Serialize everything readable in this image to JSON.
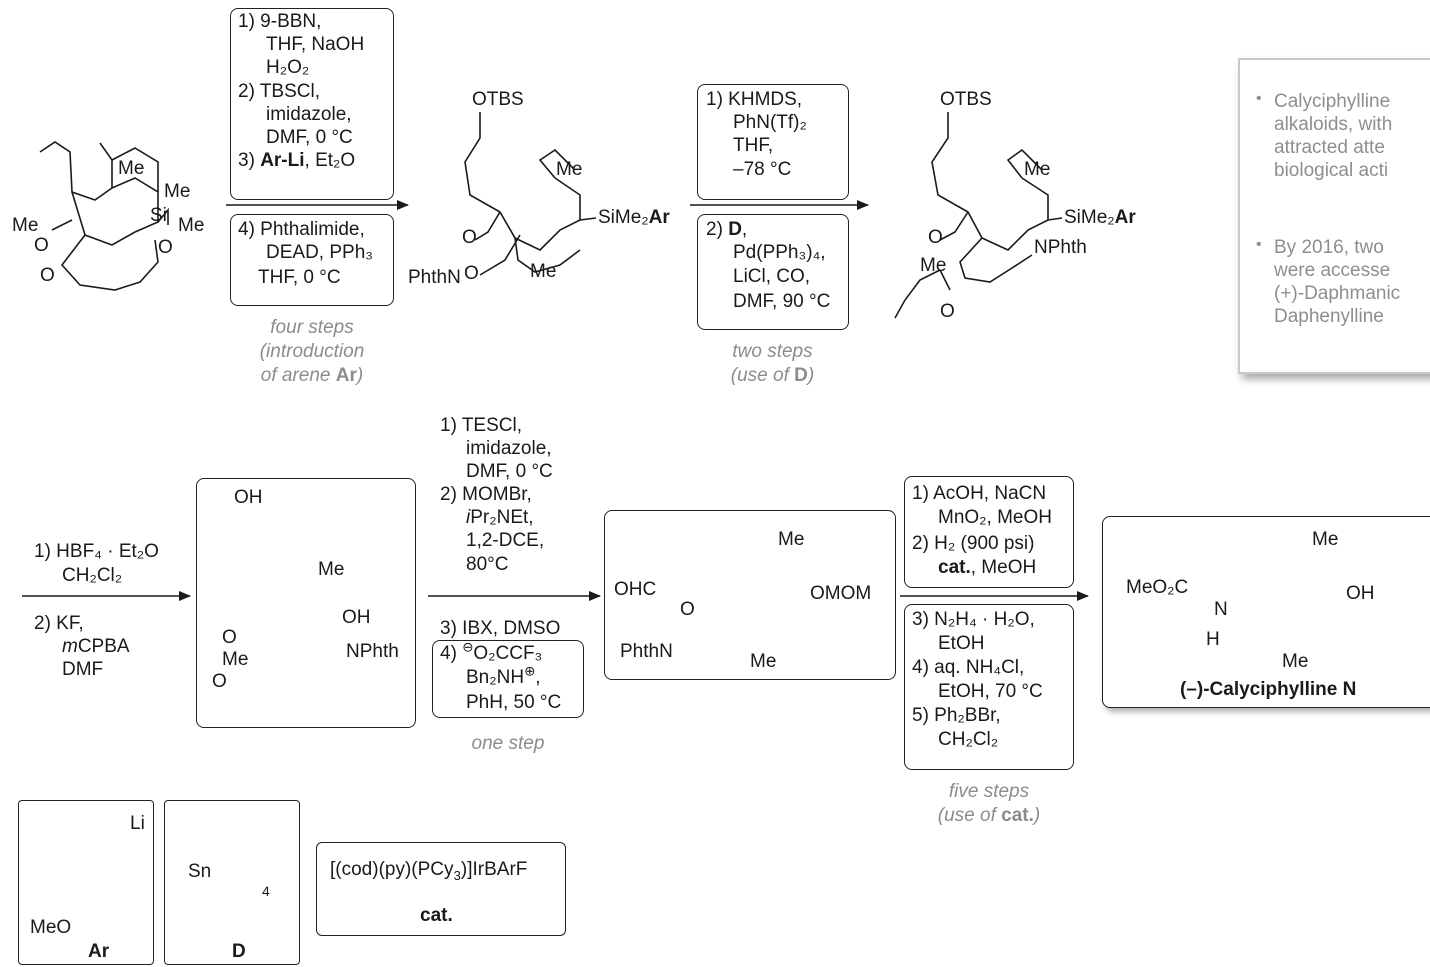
{
  "step1": {
    "reagents_top": [
      "1) 9-BBN,",
      "THF, NaOH",
      "H₂O₂",
      "2) TBSCl,",
      "imidazole,",
      "DMF, 0 °C",
      "3) ",
      "Ar-Li",
      ", Et₂O"
    ],
    "reagents_bottom": [
      "4) Phthalimide,",
      "DEAD, PPh₃",
      "THF, 0 °C"
    ],
    "note": [
      "four steps",
      "(introduction",
      "of arene ",
      "Ar",
      ")"
    ]
  },
  "step2": {
    "reagents_top": [
      "1) KHMDS,",
      "PhN(Tf)₂",
      "THF,",
      "–78 °C"
    ],
    "reagents_bottom": [
      "2) ",
      "D",
      ",",
      "Pd(PPh₃)₄,",
      "LiCl, CO,",
      "DMF, 90 °C"
    ],
    "note": [
      "two steps",
      "(use of ",
      "D",
      ")"
    ]
  },
  "step3": {
    "reagents_top": [
      "1) HBF₄ · Et₂O",
      "CH₂Cl₂"
    ],
    "reagents_bottom": [
      "2) KF,",
      "m",
      "CPBA",
      "DMF"
    ]
  },
  "step4": {
    "reagents_top": [
      "1) TESCl,",
      "imidazole,",
      "DMF, 0 °C",
      "2) MOMBr,",
      "i",
      "Pr₂NEt,",
      "1,2-DCE,",
      "80°C"
    ],
    "reagents_bottom": [
      "3) IBX, DMSO",
      "4) ",
      "⊖",
      "O₂CCF₃",
      "Bn₂NH",
      "⊕",
      ",",
      "PhH, 50 °C"
    ],
    "note": [
      "one step"
    ]
  },
  "step5": {
    "reagents_top": [
      "1) AcOH, NaCN",
      "MnO₂, MeOH",
      "2) H₂ (900 psi)",
      "cat.",
      ", MeOH"
    ],
    "reagents_bottom": [
      "3) N₂H₄ · H₂O,",
      "EtOH",
      "4) aq. NH₄Cl,",
      "EtOH, 70 °C",
      "5) Ph₂BBr,",
      "CH₂Cl₂"
    ],
    "note": [
      "five steps",
      "(use of ",
      "cat.",
      ")"
    ]
  },
  "molecules": {
    "start": {
      "labels": [
        "Me",
        "Me",
        "Si",
        "Me",
        "O",
        "O",
        "O",
        "Me"
      ]
    },
    "int1": {
      "labels": [
        "OTBS",
        "Me",
        "SiMe₂",
        "Ar",
        "O",
        "PhthN",
        "O",
        "Me"
      ]
    },
    "int2": {
      "labels": [
        "OTBS",
        "Me",
        "SiMe₂",
        "Ar",
        "O",
        "Me",
        "NPhth",
        "O"
      ]
    },
    "int3": {
      "labels": [
        "OH",
        "Me",
        "OH",
        "O",
        "Me",
        "NPhth",
        "O"
      ]
    },
    "int4": {
      "labels": [
        "Me",
        "OHC",
        "O",
        "OMOM",
        "PhthN",
        "Me"
      ]
    },
    "product": {
      "labels": [
        "Me",
        "MeO₂C",
        "N",
        "OH",
        "H",
        "Me"
      ],
      "name": "(–)-Calyciphylline N"
    }
  },
  "legend": {
    "ar": {
      "labels": [
        "Li",
        "MeO"
      ],
      "name": "Ar"
    },
    "d": {
      "labels": [
        "Sn",
        "4"
      ],
      "name": "D"
    },
    "cat": {
      "formula_pre": "[(cod)(py)(PCy",
      "formula_sub": "3",
      "formula_post": ")]IrBArF",
      "name": "cat."
    }
  },
  "info_panel": {
    "items": [
      {
        "lines": [
          "Calyciphylline",
          "alkaloids, with",
          "attracted atte",
          "biological acti"
        ]
      },
      {
        "lines": [
          "By 2016, two",
          "were accesse",
          "(+)-Daphmanic",
          "Daphenylline"
        ]
      }
    ]
  },
  "colors": {
    "ink": "#1a1a1a",
    "note": "#8c8c8c",
    "panel_text": "#8e8e8e",
    "panel_border": "#c9c9c9"
  }
}
